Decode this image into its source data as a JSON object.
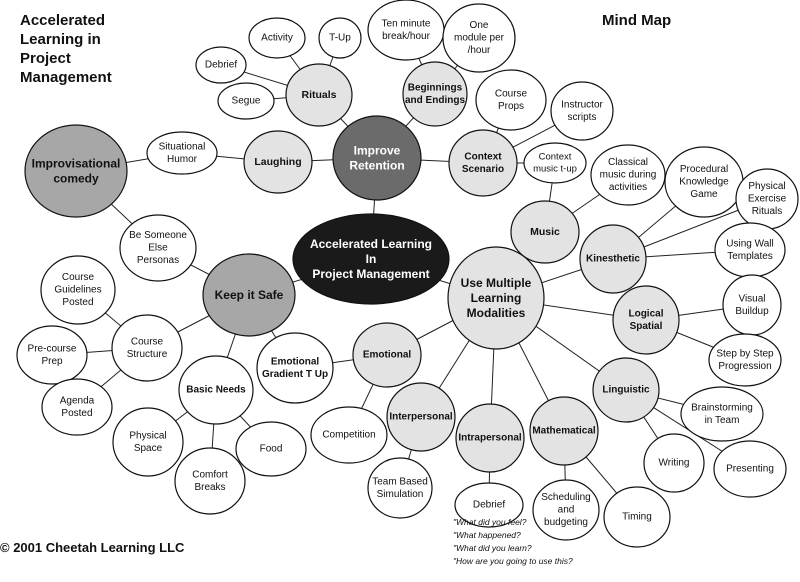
{
  "title_lines": [
    "Accelerated",
    "Learning in",
    "Project",
    "Management"
  ],
  "label": "Mind Map",
  "copyright": "© 2001 Cheetah Learning LLC",
  "debrief_questions": [
    "\"What did you feel?",
    "\"What happened?",
    "\"What did you learn?",
    "\"How are you going to use this?"
  ],
  "colors": {
    "center": "#1a1a1a",
    "dark": "#6b6b6b",
    "mid": "#a7a7a7",
    "light": "#e3e3e3",
    "white": "#ffffff"
  },
  "nodes": [
    {
      "id": "center",
      "lines": [
        "Accelerated Learning",
        "In",
        "Project Management"
      ],
      "fill": "center"
    },
    {
      "id": "improve-retention",
      "lines": [
        "Improve",
        "Retention"
      ],
      "fill": "dark"
    },
    {
      "id": "improvisational-comedy",
      "lines": [
        "Improvisational",
        "comedy"
      ],
      "fill": "mid"
    },
    {
      "id": "keep-it-safe",
      "lines": [
        "Keep it   Safe"
      ],
      "fill": "mid"
    },
    {
      "id": "use-multiple-modalities",
      "lines": [
        "Use Multiple",
        "Learning",
        "Modalities"
      ],
      "fill": "light"
    },
    {
      "id": "rituals",
      "lines": [
        "Rituals"
      ],
      "fill": "light"
    },
    {
      "id": "beginnings-endings",
      "lines": [
        "Beginnings",
        "and Endings"
      ],
      "fill": "light"
    },
    {
      "id": "context-scenario",
      "lines": [
        "Context",
        "Scenario"
      ],
      "fill": "light"
    },
    {
      "id": "laughing",
      "lines": [
        "Laughing"
      ],
      "fill": "light"
    },
    {
      "id": "music",
      "lines": [
        "Music"
      ],
      "fill": "light"
    },
    {
      "id": "kinesthetic",
      "lines": [
        "Kinesthetic"
      ],
      "fill": "light"
    },
    {
      "id": "logical-spatial",
      "lines": [
        "Logical",
        "Spatial"
      ],
      "fill": "light"
    },
    {
      "id": "linguistic",
      "lines": [
        "Linguistic"
      ],
      "fill": "light"
    },
    {
      "id": "mathematical",
      "lines": [
        "Mathematical"
      ],
      "fill": "light"
    },
    {
      "id": "intrapersonal",
      "lines": [
        "Intrapersonal"
      ],
      "fill": "light"
    },
    {
      "id": "interpersonal",
      "lines": [
        "Interpersonal"
      ],
      "fill": "light"
    },
    {
      "id": "emotional",
      "lines": [
        "Emotional"
      ],
      "fill": "light"
    },
    {
      "id": "activity",
      "lines": [
        "Activity"
      ],
      "fill": "white"
    },
    {
      "id": "t-up",
      "lines": [
        "T-Up"
      ],
      "fill": "white"
    },
    {
      "id": "debrief-ritual",
      "lines": [
        "Debrief"
      ],
      "fill": "white"
    },
    {
      "id": "segue",
      "lines": [
        "Segue"
      ],
      "fill": "white"
    },
    {
      "id": "ten-minute-break",
      "lines": [
        "Ten minute",
        "break/hour"
      ],
      "fill": "white"
    },
    {
      "id": "one-module",
      "lines": [
        "One",
        "module per",
        "/hour"
      ],
      "fill": "white"
    },
    {
      "id": "course-props",
      "lines": [
        "Course",
        "Props"
      ],
      "fill": "white"
    },
    {
      "id": "instructor-scripts",
      "lines": [
        "Instructor",
        "scripts"
      ],
      "fill": "white"
    },
    {
      "id": "context-music",
      "lines": [
        "Context",
        "music t-up"
      ],
      "fill": "white"
    },
    {
      "id": "situational-humor",
      "lines": [
        "Situational",
        "Humor"
      ],
      "fill": "white"
    },
    {
      "id": "be-someone-else",
      "lines": [
        "Be Someone",
        "Else",
        "Personas"
      ],
      "fill": "white"
    },
    {
      "id": "classical-music",
      "lines": [
        "Classical",
        "music during",
        "activities"
      ],
      "fill": "white"
    },
    {
      "id": "procedural-knowledge",
      "lines": [
        "Procedural",
        "Knowledge",
        "Game"
      ],
      "fill": "white"
    },
    {
      "id": "physical-exercise",
      "lines": [
        "Physical",
        "Exercise",
        "Rituals"
      ],
      "fill": "white"
    },
    {
      "id": "using-wall-templates",
      "lines": [
        "Using Wall",
        "Templates"
      ],
      "fill": "white"
    },
    {
      "id": "visual-buildup",
      "lines": [
        "Visual",
        "Buildup"
      ],
      "fill": "white"
    },
    {
      "id": "step-by-step",
      "lines": [
        "Step by Step",
        "Progression"
      ],
      "fill": "white"
    },
    {
      "id": "brainstorming",
      "lines": [
        "Brainstorming",
        "in Team"
      ],
      "fill": "white"
    },
    {
      "id": "writing",
      "lines": [
        "Writing"
      ],
      "fill": "white"
    },
    {
      "id": "presenting",
      "lines": [
        "Presenting"
      ],
      "fill": "white"
    },
    {
      "id": "timing",
      "lines": [
        "Timing"
      ],
      "fill": "white"
    },
    {
      "id": "scheduling-budgeting",
      "lines": [
        "Scheduling",
        "and",
        "budgeting"
      ],
      "fill": "white"
    },
    {
      "id": "debrief-intra",
      "lines": [
        "Debrief"
      ],
      "fill": "white"
    },
    {
      "id": "team-based-simulation",
      "lines": [
        "Team Based",
        "Simulation"
      ],
      "fill": "white"
    },
    {
      "id": "competition",
      "lines": [
        "Competition"
      ],
      "fill": "white"
    },
    {
      "id": "emotional-gradient",
      "lines": [
        "Emotional",
        "Gradient T Up"
      ],
      "fill": "white"
    },
    {
      "id": "course-structure",
      "lines": [
        "Course",
        "Structure"
      ],
      "fill": "white"
    },
    {
      "id": "course-guidelines",
      "lines": [
        "Course",
        "Guidelines",
        "Posted"
      ],
      "fill": "white"
    },
    {
      "id": "pre-course-prep",
      "lines": [
        "Pre-course",
        "Prep"
      ],
      "fill": "white"
    },
    {
      "id": "agenda-posted",
      "lines": [
        "Agenda",
        "Posted"
      ],
      "fill": "white"
    },
    {
      "id": "basic-needs",
      "lines": [
        "Basic Needs"
      ],
      "fill": "white"
    },
    {
      "id": "physical-space",
      "lines": [
        "Physical",
        "Space"
      ],
      "fill": "white"
    },
    {
      "id": "comfort-breaks",
      "lines": [
        "Comfort",
        "Breaks"
      ],
      "fill": "white"
    },
    {
      "id": "food",
      "lines": [
        "Food"
      ],
      "fill": "white"
    }
  ],
  "edges": [
    [
      "center",
      "improve-retention"
    ],
    [
      "center",
      "use-multiple-modalities"
    ],
    [
      "center",
      "keep-it-safe"
    ],
    [
      "improve-retention",
      "rituals"
    ],
    [
      "improve-retention",
      "beginnings-endings"
    ],
    [
      "improve-retention",
      "context-scenario"
    ],
    [
      "improve-retention",
      "laughing"
    ],
    [
      "rituals",
      "activity"
    ],
    [
      "rituals",
      "t-up"
    ],
    [
      "rituals",
      "debrief-ritual"
    ],
    [
      "rituals",
      "segue"
    ],
    [
      "beginnings-endings",
      "ten-minute-break"
    ],
    [
      "beginnings-endings",
      "one-module"
    ],
    [
      "context-scenario",
      "course-props"
    ],
    [
      "context-scenario",
      "instructor-scripts"
    ],
    [
      "context-scenario",
      "context-music"
    ],
    [
      "laughing",
      "situational-humor"
    ],
    [
      "situational-humor",
      "improvisational-comedy"
    ],
    [
      "improvisational-comedy",
      "be-someone-else"
    ],
    [
      "be-someone-else",
      "keep-it-safe"
    ],
    [
      "keep-it-safe",
      "course-structure"
    ],
    [
      "keep-it-safe",
      "basic-needs"
    ],
    [
      "keep-it-safe",
      "emotional-gradient"
    ],
    [
      "course-structure",
      "course-guidelines"
    ],
    [
      "course-structure",
      "pre-course-prep"
    ],
    [
      "course-structure",
      "agenda-posted"
    ],
    [
      "basic-needs",
      "physical-space"
    ],
    [
      "basic-needs",
      "comfort-breaks"
    ],
    [
      "basic-needs",
      "food"
    ],
    [
      "use-multiple-modalities",
      "music"
    ],
    [
      "use-multiple-modalities",
      "kinesthetic"
    ],
    [
      "use-multiple-modalities",
      "logical-spatial"
    ],
    [
      "use-multiple-modalities",
      "linguistic"
    ],
    [
      "use-multiple-modalities",
      "mathematical"
    ],
    [
      "use-multiple-modalities",
      "intrapersonal"
    ],
    [
      "use-multiple-modalities",
      "interpersonal"
    ],
    [
      "use-multiple-modalities",
      "emotional"
    ],
    [
      "music",
      "context-music"
    ],
    [
      "music",
      "classical-music"
    ],
    [
      "kinesthetic",
      "procedural-knowledge"
    ],
    [
      "kinesthetic",
      "physical-exercise"
    ],
    [
      "kinesthetic",
      "using-wall-templates"
    ],
    [
      "logical-spatial",
      "visual-buildup"
    ],
    [
      "logical-spatial",
      "step-by-step"
    ],
    [
      "linguistic",
      "brainstorming"
    ],
    [
      "linguistic",
      "writing"
    ],
    [
      "linguistic",
      "presenting"
    ],
    [
      "mathematical",
      "timing"
    ],
    [
      "mathematical",
      "scheduling-budgeting"
    ],
    [
      "intrapersonal",
      "debrief-intra"
    ],
    [
      "interpersonal",
      "team-based-simulation"
    ],
    [
      "emotional",
      "competition"
    ],
    [
      "emotional",
      "emotional-gradient"
    ]
  ]
}
